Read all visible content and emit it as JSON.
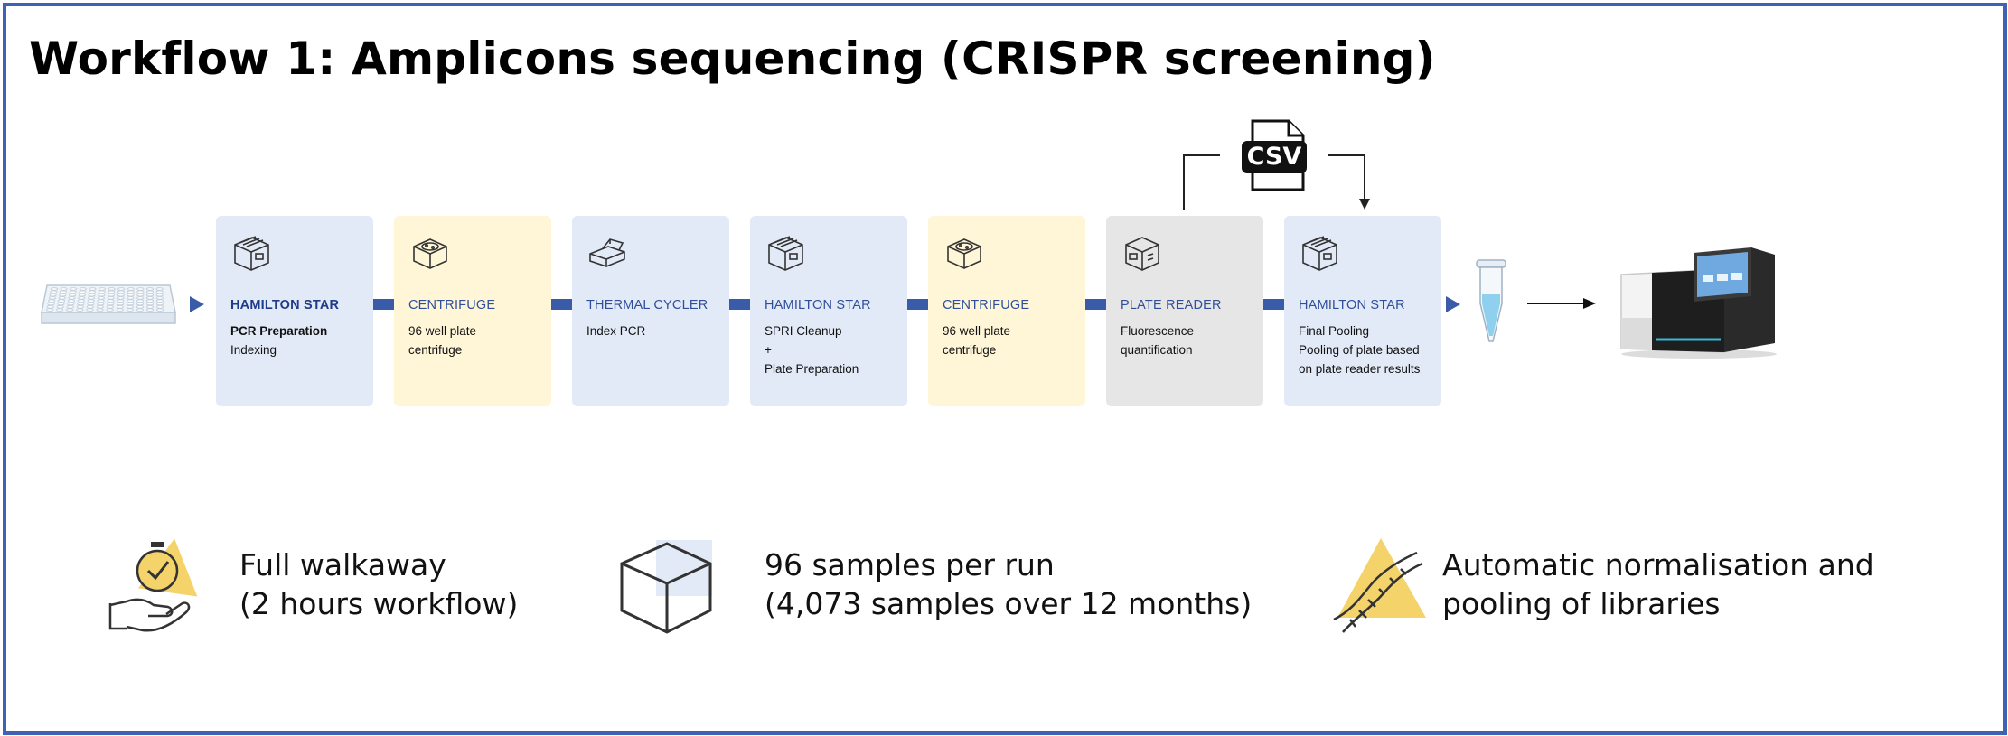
{
  "title": "Workflow 1: Amplicons sequencing (CRISPR screening)",
  "csv_label": "CSV",
  "steps": [
    {
      "title": "HAMILTON STAR",
      "lines": [
        "PCR Preparation",
        "Indexing"
      ],
      "color": "#e3eaf7",
      "icon": "liquid-handler-icon"
    },
    {
      "title": "CENTRIFUGE",
      "lines": [
        "96 well plate",
        "centrifuge"
      ],
      "color": "#fff6d8",
      "icon": "centrifuge-icon"
    },
    {
      "title": "THERMAL CYCLER",
      "lines": [
        "Index PCR"
      ],
      "color": "#e3eaf7",
      "icon": "thermal-cycler-icon"
    },
    {
      "title": "HAMILTON STAR",
      "lines": [
        "SPRI Cleanup",
        "+",
        "Plate Preparation"
      ],
      "color": "#e3eaf7",
      "icon": "liquid-handler-icon"
    },
    {
      "title": "CENTRIFUGE",
      "lines": [
        "96 well plate",
        "centrifuge"
      ],
      "color": "#fff6d8",
      "icon": "centrifuge-icon"
    },
    {
      "title": "PLATE READER",
      "lines": [
        "Fluorescence",
        "quantification"
      ],
      "color": "#e6e6e6",
      "icon": "plate-reader-icon"
    },
    {
      "title": "HAMILTON STAR",
      "lines": [
        "Final Pooling",
        "Pooling of plate based",
        "on plate reader results"
      ],
      "color": "#e3eaf7",
      "icon": "liquid-handler-icon"
    }
  ],
  "features": [
    {
      "icon": "hand-timer-icon",
      "lines": [
        "Full walkaway",
        "(2 hours workflow)"
      ]
    },
    {
      "icon": "box-icon",
      "lines": [
        "96 samples per run",
        "(4,073 samples over 12 months)"
      ]
    },
    {
      "icon": "dna-icon",
      "lines": [
        "Automatic normalisation and",
        "pooling of libraries"
      ]
    }
  ],
  "colors": {
    "border": "#3f62b4",
    "connector": "#3a5ca8",
    "title_blue": "#2f4f9c",
    "blue_box": "#e3eaf7",
    "yellow_box": "#fff6d8",
    "gray_box": "#e6e6e6",
    "accent_yellow": "#f5d36b"
  }
}
